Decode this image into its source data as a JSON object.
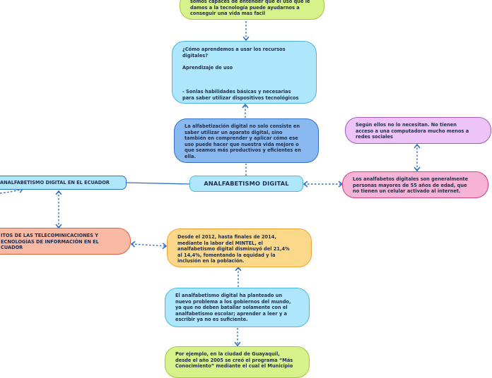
{
  "nodes": {
    "top_green": "somos capaces de entender que el uso que le\ndamos a la tecnología puede ayudarnos a\nconseguir una vida mas facil",
    "aprendemos": "¿Cómo aprendemos a usar los recursos\ndigitales?\n\nAprendizaje de uso\n\n\n\n- Sonlas habilidades básicas y necesarias\npara saber utilizar dispositivos tecnológicos",
    "alfabetizacion": "La alfabetización digital no solo consiste en\nsaber utilizar un aparato digital, sino\ntambién en comprender y aplicar cómo ese\nuso puede hacer que nuestra vida mejore o\nque seamos más productivos y eficientes en\nella.",
    "central": "ANALFABETISMO DIGITAL",
    "ecuador": "ANALFABETISMO DIGITAL EN EL ECUADOR",
    "no_necesitan": "Según ellos no lo necesitan. No tienen\nacceso a una computadora mucho menos a\nredes sociales",
    "analfabetos": "Los analfabetos digitales son generalmente\npersonas mayores de 55 años de edad, que\nno tienen un celular activado al internet.",
    "ministerio": "ITOS DE LAS TELECOMINICACIONES Y\nECNOLOGÍAS DE INFORMACIÓN EN EL\nCUADOR",
    "desde_2012": "Desde el 2012, hasta finales de 2014,\nmediante la labor del MINTEL, el\nanalfabetismo digital disminuyó del 21,4%\nal 14,4%, fomentando la equidad y la\ninclusión en la población.",
    "problema": "El analfabetismo digital ha planteado un\nnuevo problema a los gobiernos del mundo,\nya que no deben batallar solamente con el\nanalfabetismo escolar; aprender a leer y a\nescribir ya no es suficiente.",
    "guayaquil": "Por ejemplo, en la ciudad de Guayaquil,\ndesde el año 2005 se creó el programa “Más\nConocimiento” mediante el cual el Municipio"
  },
  "colors": {
    "link_blue": "#2f6fc8",
    "green": "#d7f28a",
    "blue": "#aee6fb",
    "dark_blue": "#8ab9f0",
    "purple": "#ecc4f7",
    "pink": "#f7b3d5",
    "orange": "#fcd88a",
    "salmon": "#f9b9a4"
  }
}
